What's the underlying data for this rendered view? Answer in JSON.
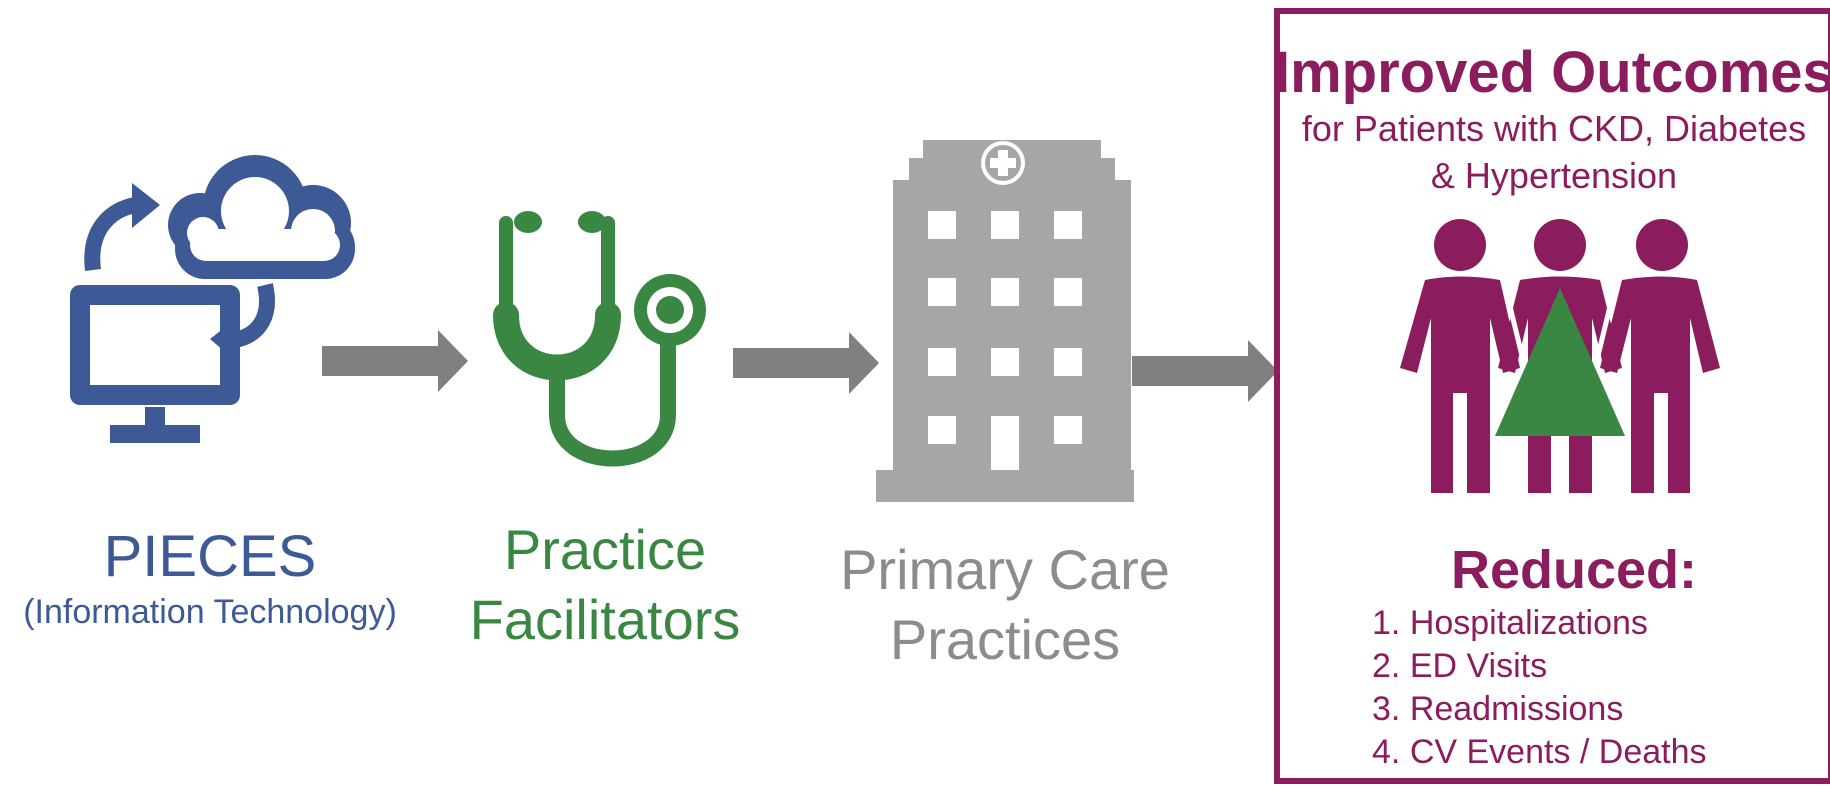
{
  "colors": {
    "it_blue": "#3D5A96",
    "facilitator_green": "#3A8744",
    "practice_gray": "#A6A6A6",
    "arrow_gray": "#808080",
    "outcome_purple": "#8B1D5E",
    "triangle_green": "#3A8744"
  },
  "stages": [
    {
      "icon": "computer-cloud-sync-icon",
      "label_line1": "PIECES",
      "label_line2": "(Information Technology)"
    },
    {
      "icon": "stethoscope-icon",
      "label_line1": "Practice",
      "label_line2": "Facilitators"
    },
    {
      "icon": "hospital-building-icon",
      "label_line1": "Primary Care",
      "label_line2": "Practices"
    }
  ],
  "outcome": {
    "title": "Improved Outcomes",
    "subtitle_line1": "for Patients with CKD, Diabetes",
    "subtitle_line2": "& Hypertension",
    "icon": "patients-group-icon",
    "reduced_title": "Reduced:",
    "reduced_items": [
      {
        "number": "1.",
        "text": "Hospitalizations"
      },
      {
        "number": "2.",
        "text": "ED Visits"
      },
      {
        "number": "3.",
        "text": "Readmissions"
      },
      {
        "number": "4.",
        "text": "CV Events / Deaths"
      }
    ]
  }
}
